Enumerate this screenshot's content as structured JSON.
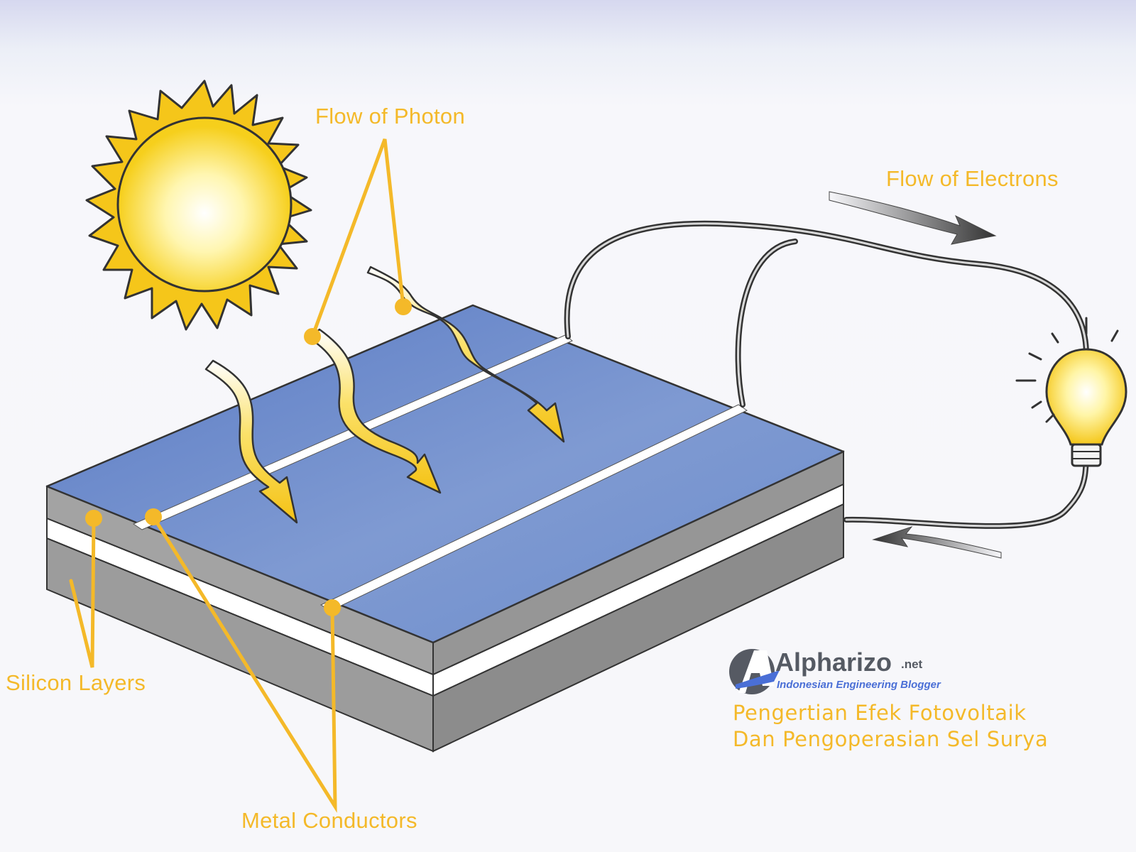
{
  "labels": {
    "flow_of_photon": "Flow of Photon",
    "flow_of_electrons": "Flow of Electrons",
    "silicon_layers": "Silicon Layers",
    "metal_conductors": "Metal Conductors"
  },
  "brand": {
    "name": "Alpharizo",
    "tld": ".net",
    "tagline": "Indonesian Engineering Blogger"
  },
  "caption": {
    "line1": "Pengertian Efek Fotovoltaik",
    "line2": "Dan Pengoperasian Sel Surya"
  },
  "colors": {
    "label": "#f4b929",
    "panel_top": "#6f8fcb",
    "panel_side": "#9b9b9b",
    "sun": "#f5c61a",
    "brand_accent": "#4a6fd6"
  }
}
